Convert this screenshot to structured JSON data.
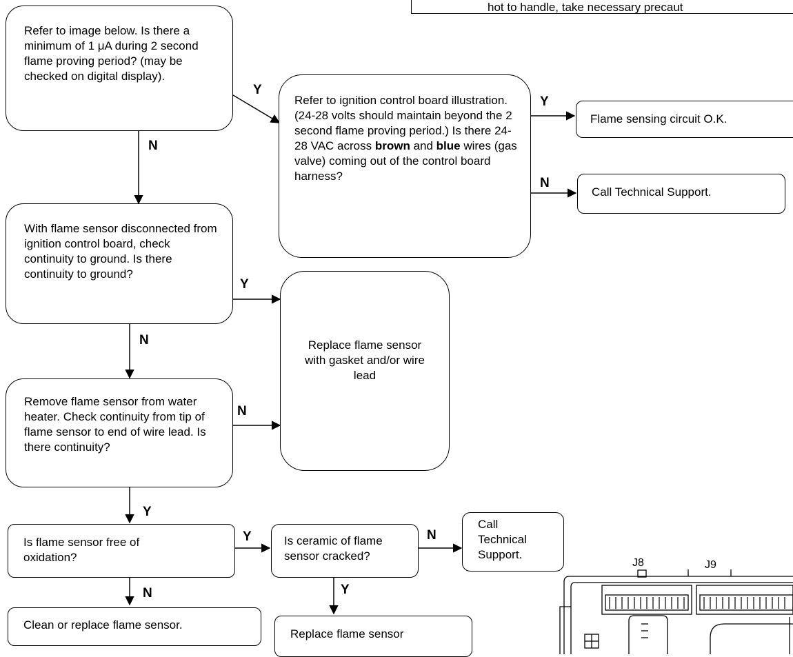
{
  "warning_note": {
    "text": "hot to handle, take necessary precaut"
  },
  "nodes": {
    "q_min_current": "Refer to image below. Is there a minimum of 1 μA during 2 second flame proving period? (may be checked on digital display).",
    "q_gas_valve_voltage": {
      "part1": "Refer to ignition control board illustration. (24-28 volts should maintain beyond the 2 second flame proving period.) Is there 24-28 VAC across ",
      "bold1": "brown",
      "part2": " and ",
      "bold2": "blue",
      "part3": " wires (gas valve) coming out of the control board harness?"
    },
    "r_circuit_ok": "Flame sensing circuit O.K.",
    "r_call_support_top": "Call Technical Support.",
    "q_continuity_ground": "With flame sensor disconnected from ignition control board, check continuity to ground. Is there continuity to ground?",
    "r_replace_sensor_gasket": "Replace flame sensor with gasket and/or wire lead",
    "q_continuity_lead": "Remove flame sensor from water heater. Check continuity from tip of flame sensor to end of wire lead. Is there continuity?",
    "q_oxidation": "Is flame sensor free of oxidation?",
    "q_ceramic": "Is ceramic of flame sensor cracked?",
    "r_call_support_bottom": "Call Technical Support.",
    "r_clean_replace": "Clean or replace flame sensor.",
    "r_replace_sensor": "Replace flame sensor"
  },
  "edge_labels": {
    "yes": "Y",
    "no": "N"
  },
  "board": {
    "connector_left": "J8",
    "connector_right": "J9"
  }
}
